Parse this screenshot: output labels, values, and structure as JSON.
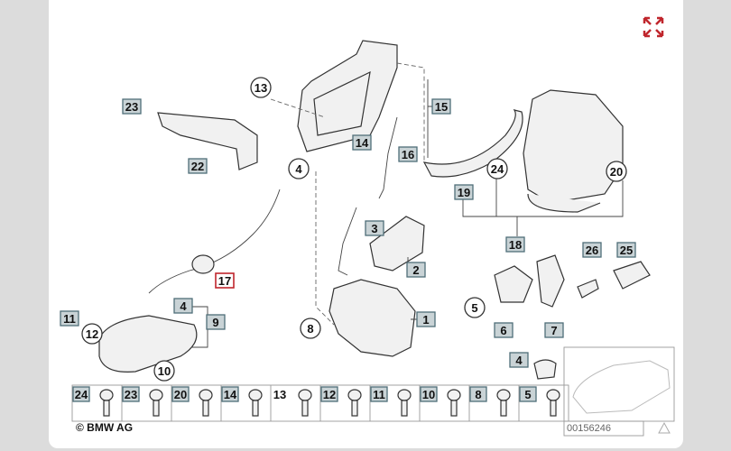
{
  "labels": [
    "23",
    "22",
    "13",
    "14",
    "15",
    "16",
    "4",
    "17",
    "3",
    "2",
    "19",
    "24",
    "20",
    "18",
    "26",
    "25",
    "5",
    "6",
    "7",
    "8",
    "1",
    "4",
    "9",
    "11",
    "12",
    "10",
    "4"
  ],
  "strip_labels": [
    "24",
    "23",
    "20",
    "14",
    "13",
    "12",
    "11",
    "10",
    "8",
    "5"
  ],
  "copyright": "© BMW AG",
  "diagram_number": "00156246",
  "highlight_color": "#c0262d",
  "expand_icon": "expand-arrows-icon"
}
